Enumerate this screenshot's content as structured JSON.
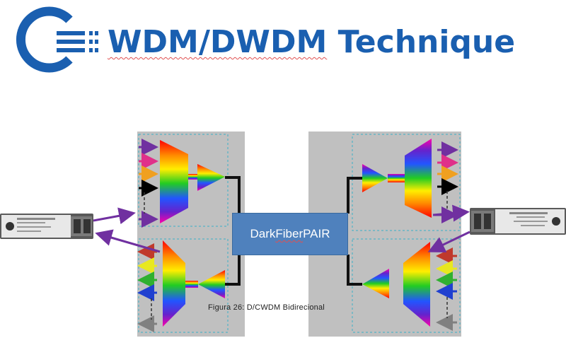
{
  "header": {
    "title_part1": "WDM/DWDM",
    "title_part2": " Technique",
    "brand_color": "#1a5fb0"
  },
  "diagram": {
    "center_label_part1": "Dark ",
    "center_label_part2": "Fiber",
    "center_label_part3": " PAIR",
    "caption": "Figura 26:  D/CWDM Bidirecional",
    "panel_color": "#c0c0c0",
    "box_color": "#4f81bd",
    "link_color": "#7030a0",
    "left_transmit_arrows": [
      "#7030a0",
      "#e0308a",
      "#f0a020",
      "#000000",
      "#7030a0"
    ],
    "left_receive_arrows": [
      "#c0392b",
      "#e8e820",
      "#30b030",
      "#2040d0",
      "#808080"
    ],
    "right_transmit_arrows": [
      "#7030a0",
      "#e0308a",
      "#f0a020",
      "#000000",
      "#7030a0"
    ],
    "right_receive_arrows": [
      "#c0392b",
      "#e8e820",
      "#30b030",
      "#2040d0",
      "#808080"
    ]
  }
}
